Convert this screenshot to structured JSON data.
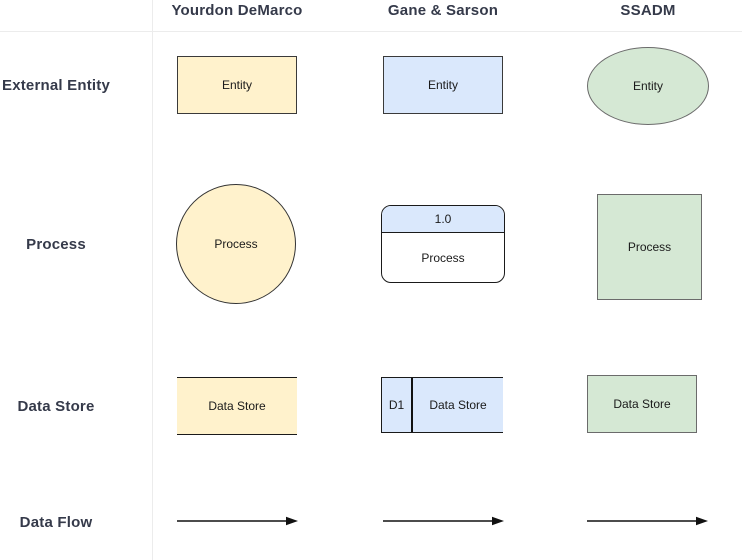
{
  "header": {
    "columns": [
      "Yourdon DeMarco",
      "Gane & Sarson",
      "SSADM"
    ]
  },
  "rows": {
    "external_entity": {
      "label": "External Entity",
      "yourdon": {
        "text": "Entity"
      },
      "gane_sarson": {
        "text": "Entity"
      },
      "ssadm": {
        "text": "Entity"
      }
    },
    "process": {
      "label": "Process",
      "yourdon": {
        "text": "Process"
      },
      "gane_sarson": {
        "number": "1.0",
        "text": "Process"
      },
      "ssadm": {
        "text": "Process"
      }
    },
    "data_store": {
      "label": "Data Store",
      "yourdon": {
        "text": "Data Store"
      },
      "gane_sarson": {
        "id": "D1",
        "text": "Data Store"
      },
      "ssadm": {
        "text": "Data Store"
      }
    },
    "data_flow": {
      "label": "Data Flow"
    }
  },
  "colors": {
    "yellow_fill": "#FFF2CC",
    "blue_fill": "#DAE8FC",
    "green_fill": "#D5E8D4",
    "dark_border": "#3A3A3A",
    "black_border": "#1A1A1A",
    "gray_border": "#6B6B6B",
    "grid_line": "#ECECEC",
    "label_text": "#353A4A",
    "shape_text": "#1A1A1A",
    "arrow": "#111111"
  }
}
